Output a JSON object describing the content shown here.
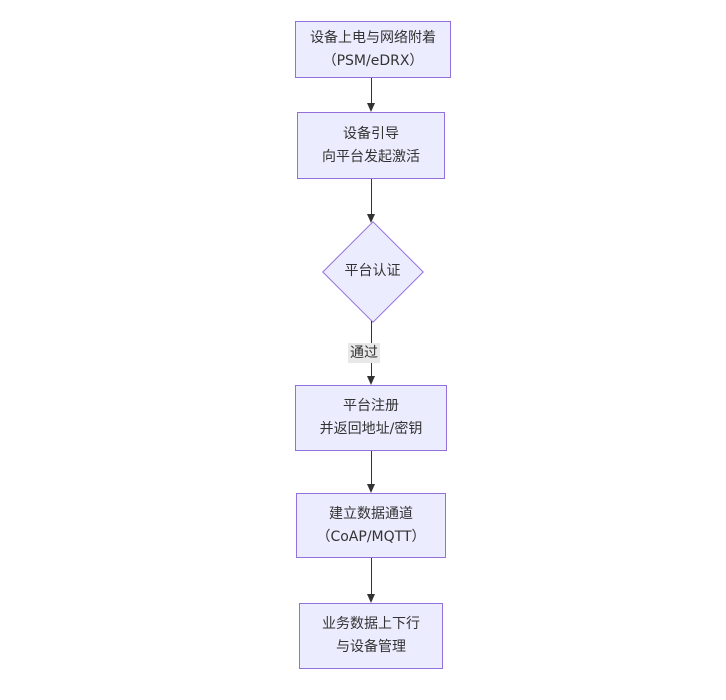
{
  "diagram": {
    "type": "flowchart",
    "direction": "top-down",
    "colors": {
      "background": "#ffffff",
      "node_fill": "#ECECFF",
      "node_border": "#9370DB",
      "text": "#333333",
      "edge_line": "#333333",
      "edge_label_bg": "#e8e8e8"
    },
    "nodes": [
      {
        "id": "A",
        "shape": "rect",
        "lines": [
          "设备上电与网络附着",
          "（PSM/eDRX）"
        ]
      },
      {
        "id": "B",
        "shape": "rect",
        "lines": [
          "设备引导",
          "向平台发起激活"
        ]
      },
      {
        "id": "C",
        "shape": "diamond",
        "lines": [
          "平台认证"
        ]
      },
      {
        "id": "D",
        "shape": "rect",
        "lines": [
          "平台注册",
          "并返回地址/密钥"
        ]
      },
      {
        "id": "E",
        "shape": "rect",
        "lines": [
          "建立数据通道",
          "（CoAP/MQTT）"
        ]
      },
      {
        "id": "F",
        "shape": "rect",
        "lines": [
          "业务数据上下行",
          "与设备管理"
        ]
      }
    ],
    "edges": [
      {
        "from": "A",
        "to": "B",
        "label": ""
      },
      {
        "from": "B",
        "to": "C",
        "label": ""
      },
      {
        "from": "C",
        "to": "D",
        "label": "通过"
      },
      {
        "from": "D",
        "to": "E",
        "label": ""
      },
      {
        "from": "E",
        "to": "F",
        "label": ""
      }
    ]
  }
}
